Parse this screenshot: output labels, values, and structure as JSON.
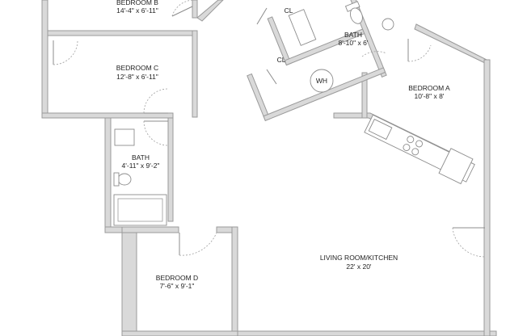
{
  "rooms": {
    "bedroom_b": {
      "name": "BEDROOM B",
      "dims": "14'-4\" x 6'-11\""
    },
    "bedroom_c": {
      "name": "BEDROOM C",
      "dims": "12'-8\" x 6'-11\""
    },
    "bath_upper": {
      "name": "BATH",
      "dims": "8'-10\" x 6'"
    },
    "bath_left": {
      "name": "BATH",
      "dims": "4'-11\" x 9'-2\""
    },
    "bedroom_a": {
      "name": "BEDROOM A",
      "dims": "10'-8\" x 8'"
    },
    "bedroom_d": {
      "name": "BEDROOM D",
      "dims": "7'-6\" x 9'-1\""
    },
    "living_kitchen": {
      "name": "LIVING ROOM/KITCHEN",
      "dims": "22' x 20'"
    }
  },
  "closets": {
    "cl_1": "CL",
    "cl_2": "CL"
  },
  "wh": "WH"
}
